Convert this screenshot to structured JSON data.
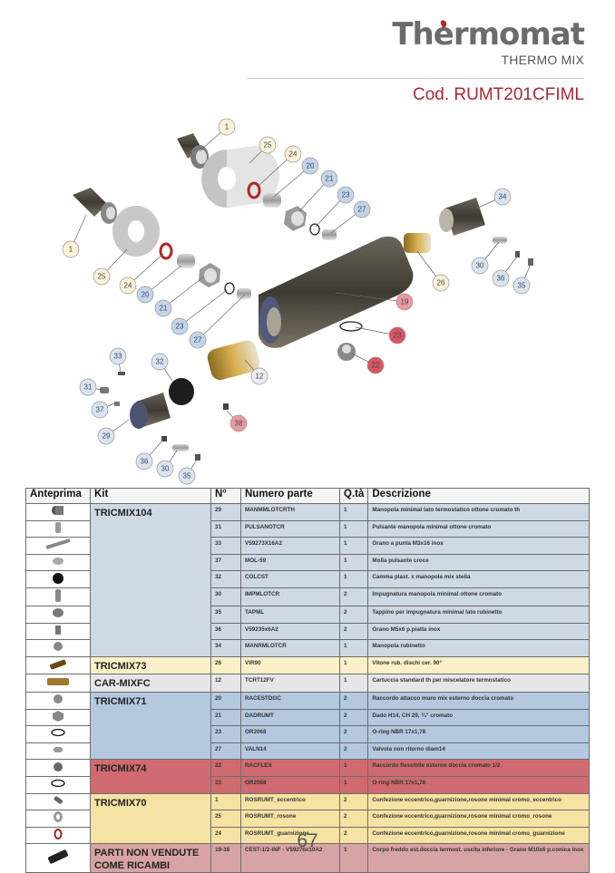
{
  "header": {
    "brand": "Thermomat",
    "subbrand": "THERMO MIX",
    "code": "Cod. RUMT201CFIML",
    "brand_color": "#6b6b6b",
    "accent_color": "#a52a35"
  },
  "diagram": {
    "callouts": [
      {
        "n": "1",
        "group": "yellow"
      },
      {
        "n": "25",
        "group": "yellow"
      },
      {
        "n": "24",
        "group": "yellow"
      },
      {
        "n": "20",
        "group": "blue"
      },
      {
        "n": "21",
        "group": "blue"
      },
      {
        "n": "23",
        "group": "blue"
      },
      {
        "n": "27",
        "group": "blue"
      },
      {
        "n": "1",
        "group": "yellow"
      },
      {
        "n": "25",
        "group": "yellow"
      },
      {
        "n": "24",
        "group": "yellow"
      },
      {
        "n": "20",
        "group": "blue"
      },
      {
        "n": "21",
        "group": "blue"
      },
      {
        "n": "23",
        "group": "blue"
      },
      {
        "n": "27",
        "group": "blue"
      },
      {
        "n": "34",
        "group": "lightblue"
      },
      {
        "n": "26",
        "group": "yellow"
      },
      {
        "n": "30",
        "group": "lightblue"
      },
      {
        "n": "36",
        "group": "lightblue"
      },
      {
        "n": "35",
        "group": "lightblue"
      },
      {
        "n": "19",
        "group": "pink"
      },
      {
        "n": "23",
        "group": "red"
      },
      {
        "n": "22",
        "group": "red"
      },
      {
        "n": "33",
        "group": "lightblue"
      },
      {
        "n": "32",
        "group": "lightblue"
      },
      {
        "n": "12",
        "group": "grey"
      },
      {
        "n": "31",
        "group": "lightblue"
      },
      {
        "n": "37",
        "group": "lightblue"
      },
      {
        "n": "29",
        "group": "lightblue"
      },
      {
        "n": "38",
        "group": "pink"
      },
      {
        "n": "36",
        "group": "lightblue"
      },
      {
        "n": "30",
        "group": "lightblue"
      },
      {
        "n": "35",
        "group": "lightblue"
      }
    ]
  },
  "table": {
    "headers": {
      "preview": "Anteprima",
      "kit": "Kit",
      "number": "N°",
      "part_number": "Numero parte",
      "qty": "Q.tà",
      "description": "Descrizione"
    },
    "kits": [
      {
        "name": "TRICMIX104",
        "color": "#cfd9e3",
        "rows": [
          {
            "n": "29",
            "part": "MANMMLOTCRTH",
            "qty": "1",
            "desc": "Manopola minimal lato termostatico ottone cromato th",
            "thumb": "knob-cylinder"
          },
          {
            "n": "31",
            "part": "PULSANOTCR",
            "qty": "1",
            "desc": "Pulsante manopola minimal ottone cromato",
            "thumb": "button-pin"
          },
          {
            "n": "33",
            "part": "V59273X16A2",
            "qty": "1",
            "desc": "Grano a punta M3x16 inox",
            "thumb": "screw-long"
          },
          {
            "n": "37",
            "part": "MOL-59",
            "qty": "1",
            "desc": "Molla pulsante croce",
            "thumb": "spring"
          },
          {
            "n": "32",
            "part": "COLCST",
            "qty": "1",
            "desc": "Camma plast. x manopola mix stella",
            "thumb": "cam-black"
          },
          {
            "n": "30",
            "part": "IMPMLOTCR",
            "qty": "2",
            "desc": "Impugnatura manopola minimal ottone cromato",
            "thumb": "handle-pin"
          },
          {
            "n": "35",
            "part": "TAPML",
            "qty": "2",
            "desc": "Tappino per impugnatura minimal lato rubinetto",
            "thumb": "cap"
          },
          {
            "n": "36",
            "part": "V59235x6A2",
            "qty": "2",
            "desc": "Grano M5x6 p.piatta inox",
            "thumb": "set-screw"
          },
          {
            "n": "34",
            "part": "MANRMLOTCR",
            "qty": "1",
            "desc": "Manopola rubinetto",
            "thumb": "knob-small"
          }
        ]
      },
      {
        "name": "TRICMIX73",
        "color": "#fbf0c8",
        "rows": [
          {
            "n": "26",
            "part": "VIR90",
            "qty": "1",
            "desc": "Vitone rub. dischi cer. 90°",
            "thumb": "headwork"
          }
        ]
      },
      {
        "name": "CAR-MIXFC",
        "color": "#e6e6e6",
        "rows": [
          {
            "n": "12",
            "part": "TCRT12FV",
            "qty": "1",
            "desc": "Cartuccia standard th per miscelatore termostatico",
            "thumb": "cartridge"
          }
        ]
      },
      {
        "name": "TRICMIX71",
        "color": "#b4c8df",
        "rows": [
          {
            "n": "20",
            "part": "RACESTDOC",
            "qty": "2",
            "desc": "Raccordo attacco muro mix esterno doccia cromato",
            "thumb": "fitting"
          },
          {
            "n": "21",
            "part": "DADRUMT",
            "qty": "2",
            "desc": "Dado H14, CH 29, ¾\" cromato",
            "thumb": "nut"
          },
          {
            "n": "23",
            "part": "OR2068",
            "qty": "2",
            "desc": "O-ring NBR 17x1,78",
            "thumb": "o-ring"
          },
          {
            "n": "27",
            "part": "VALN14",
            "qty": "2",
            "desc": "Valvola non ritorno diam14",
            "thumb": "check-valve"
          }
        ]
      },
      {
        "name": "TRICMIX74",
        "color": "#cf6a70",
        "rows": [
          {
            "n": "22",
            "part": "RACFLEX",
            "qty": "1",
            "desc": "Raccordo flessibile esterno doccia cromato 1/2",
            "thumb": "flex-fitting"
          },
          {
            "n": "23",
            "part": "OR2068",
            "qty": "1",
            "desc": "O-ring NBR 17x1,78",
            "thumb": "o-ring"
          }
        ]
      },
      {
        "name": "TRICMIX70",
        "color": "#f6e3a3",
        "rows": [
          {
            "n": "1",
            "part": "ROSRUMT_eccentrico",
            "qty": "2",
            "desc": "Confezione eccentrico,guarnizione,rosone minimal cromo_eccentrico",
            "thumb": "eccentric"
          },
          {
            "n": "25",
            "part": "ROSRUMT_rosone",
            "qty": "2",
            "desc": "Confezione eccentrico,guarnizione,rosone minimal cromo_rosone",
            "thumb": "rosette"
          },
          {
            "n": "24",
            "part": "ROSRUMT_guarnizione",
            "qty": "2",
            "desc": "Confezione eccentrico,guarnizione,rosone minimal cromo_guarnizione",
            "thumb": "gasket-red"
          }
        ]
      },
      {
        "name": "PARTI NON VENDUTE COME RICAMBI",
        "color": "#d8a3a4",
        "rows": [
          {
            "n": "19-38",
            "part": "CEST-1/2-INF - V59276x10A2",
            "qty": "1",
            "desc": "Corpo freddo est.doccia termost. uscita inferiore - Grano M10x6 p.conica inox",
            "thumb": "body"
          }
        ]
      }
    ]
  },
  "footer": {
    "page_number": "67"
  }
}
